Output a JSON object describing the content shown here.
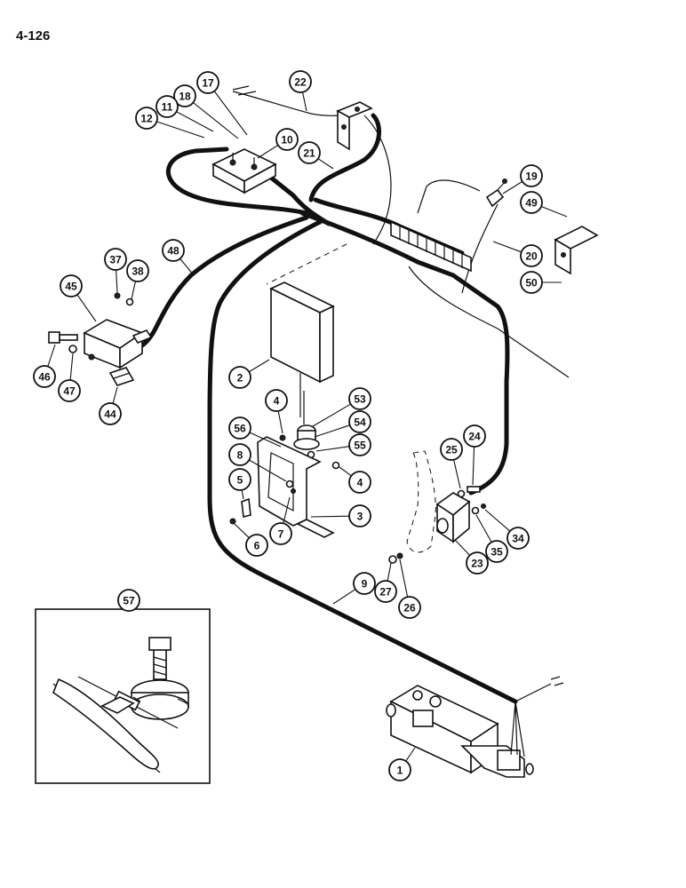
{
  "page_number": "4-126",
  "callouts": [
    {
      "label": "17"
    },
    {
      "label": "22"
    },
    {
      "label": "18"
    },
    {
      "label": "11"
    },
    {
      "label": "12"
    },
    {
      "label": "10"
    },
    {
      "label": "21"
    },
    {
      "label": "19"
    },
    {
      "label": "49"
    },
    {
      "label": "20"
    },
    {
      "label": "37"
    },
    {
      "label": "38"
    },
    {
      "label": "48"
    },
    {
      "label": "45"
    },
    {
      "label": "50"
    },
    {
      "label": "46"
    },
    {
      "label": "47"
    },
    {
      "label": "44"
    },
    {
      "label": "2"
    },
    {
      "label": "4"
    },
    {
      "label": "53"
    },
    {
      "label": "54"
    },
    {
      "label": "56"
    },
    {
      "label": "55"
    },
    {
      "label": "8"
    },
    {
      "label": "4"
    },
    {
      "label": "5"
    },
    {
      "label": "3"
    },
    {
      "label": "7"
    },
    {
      "label": "6"
    },
    {
      "label": "25"
    },
    {
      "label": "24"
    },
    {
      "label": "34"
    },
    {
      "label": "35"
    },
    {
      "label": "23"
    },
    {
      "label": "27"
    },
    {
      "label": "26"
    },
    {
      "label": "9"
    },
    {
      "label": "57"
    },
    {
      "label": "1"
    }
  ]
}
